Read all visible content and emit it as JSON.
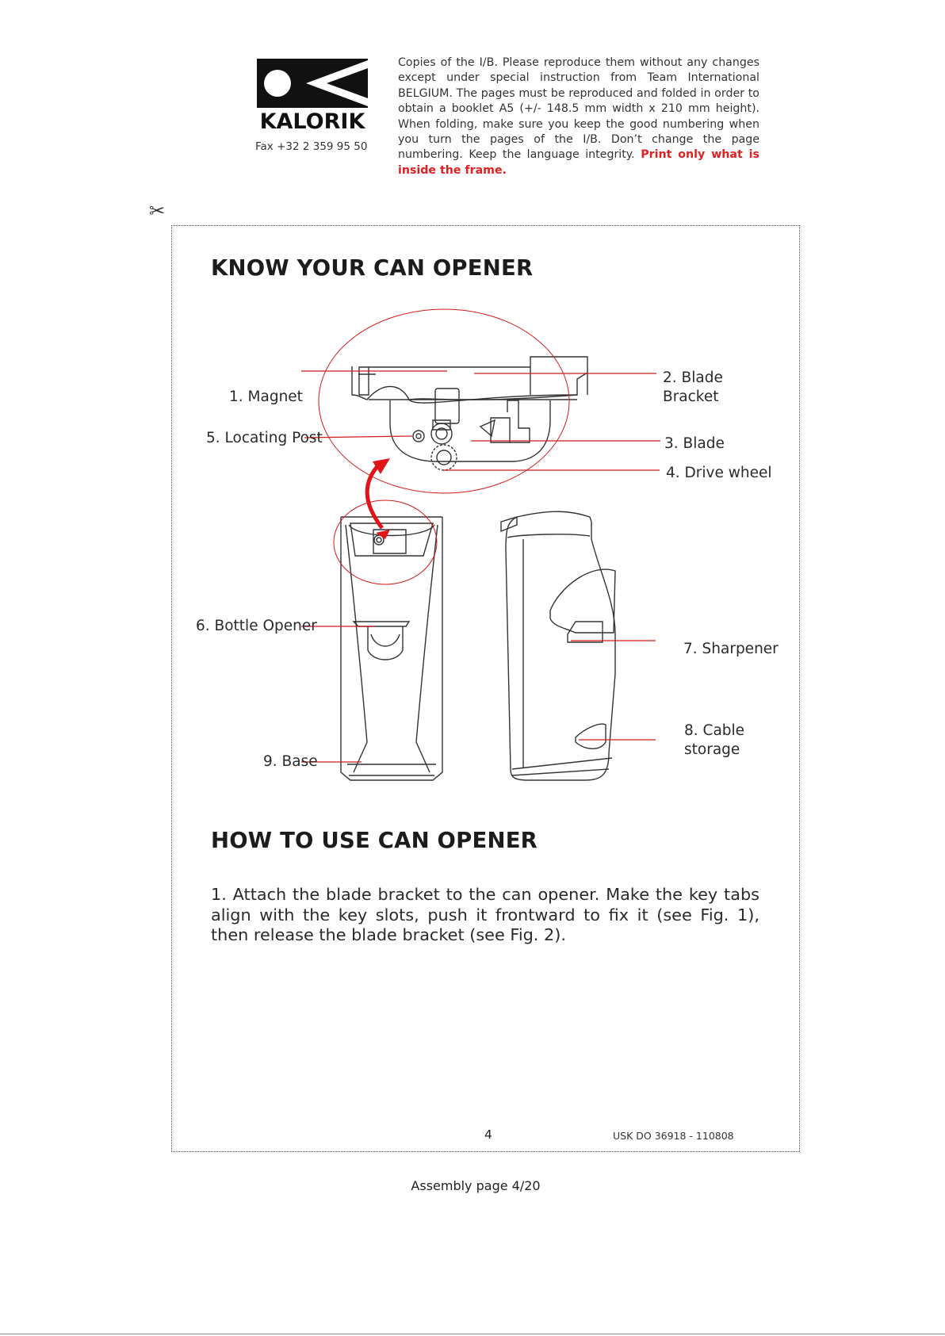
{
  "header": {
    "brand": "KALORIK",
    "fax": "Fax +32 2 359 95 50",
    "notice": "Copies of the I/B. Please reproduce them without any changes except under special instruction from Team International BELGIUM. The pages must be reproduced and folded in order to obtain a booklet A5 (+/- 148.5 mm width x 210 mm height). When folding, make sure you keep the good numbering when you turn the pages of the I/B. Don’t change the page numbering. Keep the language integrity.",
    "notice_highlight": "Print only what is inside the frame."
  },
  "cut_mark": "✂",
  "section1": {
    "title": "KNOW YOUR CAN OPENER",
    "labels": {
      "magnet": "1.    Magnet",
      "blade_bracket_1": "2. Blade",
      "blade_bracket_2": "Bracket",
      "blade": "3. Blade",
      "drive_wheel": "4. Drive wheel",
      "locating_post": "5. Locating Post",
      "bottle_opener": "6. Bottle Opener",
      "sharpener": "7. Sharpener",
      "cable_storage_1": "8. Cable",
      "cable_storage_2": "storage",
      "base": "9. Base"
    }
  },
  "section2": {
    "title": "HOW TO USE CAN OPENER",
    "step1": "1.   Attach the blade bracket to the can opener. Make the key tabs align with the key slots, push it frontward to fix it (see Fig. 1), then release the blade bracket (see Fig. 2)."
  },
  "footer": {
    "page_number": "4",
    "doc_ref": "USK DO 36918 - 110808",
    "assembly": "Assembly page 4/20"
  },
  "colors": {
    "callout_line": "#d11a1a",
    "arrow": "#e0151a",
    "notice_highlight": "#e02020"
  }
}
